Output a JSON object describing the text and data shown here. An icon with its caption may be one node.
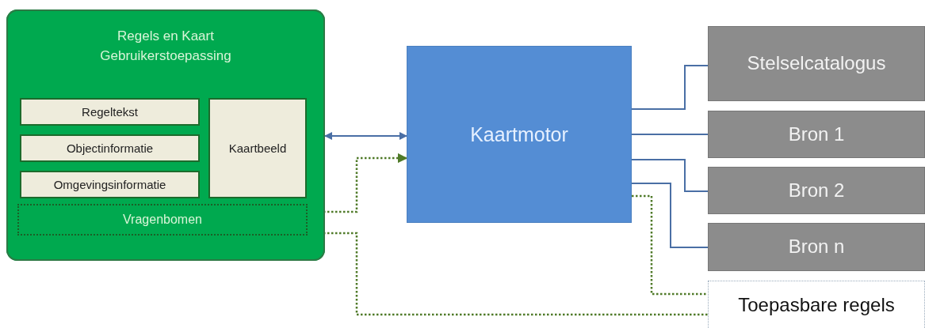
{
  "diagram": {
    "nodes": [
      {
        "text": [
          "Regels en Kaart Gebruikerstoepassing"
        ]
      },
      {
        "text": [
          "Regeltekst"
        ],
        "in": 0
      },
      {
        "text": [
          "Objectinformatie"
        ],
        "in": 0
      },
      {
        "text": [
          "Omgevingsinformatie"
        ],
        "in": 0
      },
      {
        "text": [
          "Kaartbeeld"
        ],
        "in": 0
      },
      {
        "text": [
          "Vragenbomen"
        ],
        "in": 0
      },
      {
        "text": [
          "Kaartmotor"
        ]
      },
      {
        "text": [
          "Stelselcatalogus"
        ]
      },
      {
        "text": [
          "Bron 1"
        ]
      },
      {
        "text": [
          "Bron 2"
        ]
      },
      {
        "text": [
          "Bron n"
        ]
      },
      {
        "text": [
          "Toepasbare regels"
        ]
      }
    ],
    "edges": [
      {
        "from": 0,
        "to": 6,
        "arrow": "both"
      },
      {
        "from": 5,
        "to": 6,
        "arrow": "to",
        "style": "dashed",
        "color": "#4f7a28"
      },
      {
        "from": 6,
        "to": 7,
        "arrow": "none"
      },
      {
        "from": 6,
        "to": 8,
        "arrow": "none"
      },
      {
        "from": 6,
        "to": 9,
        "arrow": "none"
      },
      {
        "from": 6,
        "to": 10,
        "arrow": "none"
      },
      {
        "from": 6,
        "to": 11,
        "arrow": "none",
        "style": "dashed",
        "color": "#4f7a28"
      },
      {
        "from": 5,
        "to": 11,
        "arrow": "none",
        "style": "dashed",
        "color": "#4f7a28"
      }
    ]
  }
}
